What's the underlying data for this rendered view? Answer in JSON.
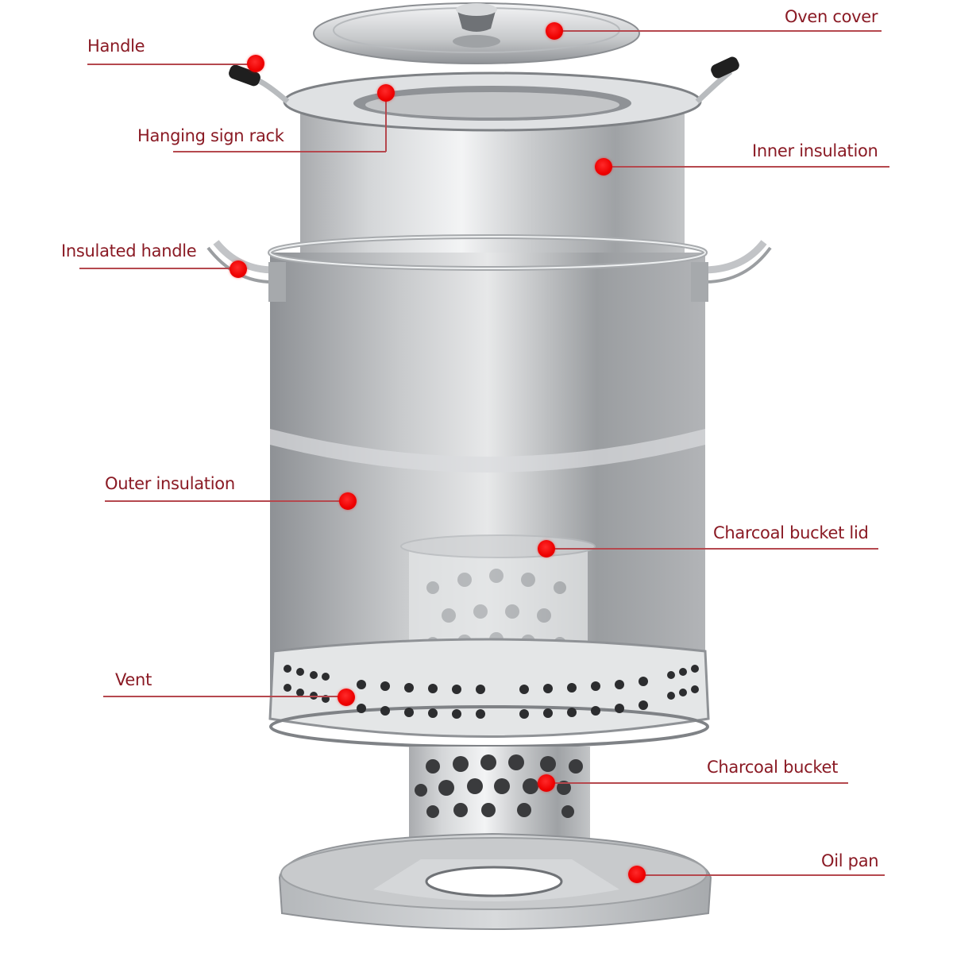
{
  "diagram": {
    "subject": "Stainless steel charcoal roaster / smoker pot",
    "accent_color": "#e60000",
    "label_color": "#8a1a24",
    "leader_color": "#b5484e",
    "callouts": [
      {
        "id": "oven-cover",
        "label": "Oven cover",
        "side": "right"
      },
      {
        "id": "handle",
        "label": "Handle",
        "side": "left"
      },
      {
        "id": "hanging-sign-rack",
        "label": "Hanging sign rack",
        "side": "left"
      },
      {
        "id": "inner-insulation",
        "label": "Inner insulation",
        "side": "right"
      },
      {
        "id": "insulated-handle",
        "label": "Insulated handle",
        "side": "left"
      },
      {
        "id": "outer-insulation",
        "label": "Outer insulation",
        "side": "left"
      },
      {
        "id": "charcoal-bucket-lid",
        "label": "Charcoal bucket lid",
        "side": "right"
      },
      {
        "id": "vent",
        "label": "Vent",
        "side": "left"
      },
      {
        "id": "charcoal-bucket",
        "label": "Charcoal bucket",
        "side": "right"
      },
      {
        "id": "oil-pan",
        "label": "Oil pan",
        "side": "right"
      }
    ]
  }
}
